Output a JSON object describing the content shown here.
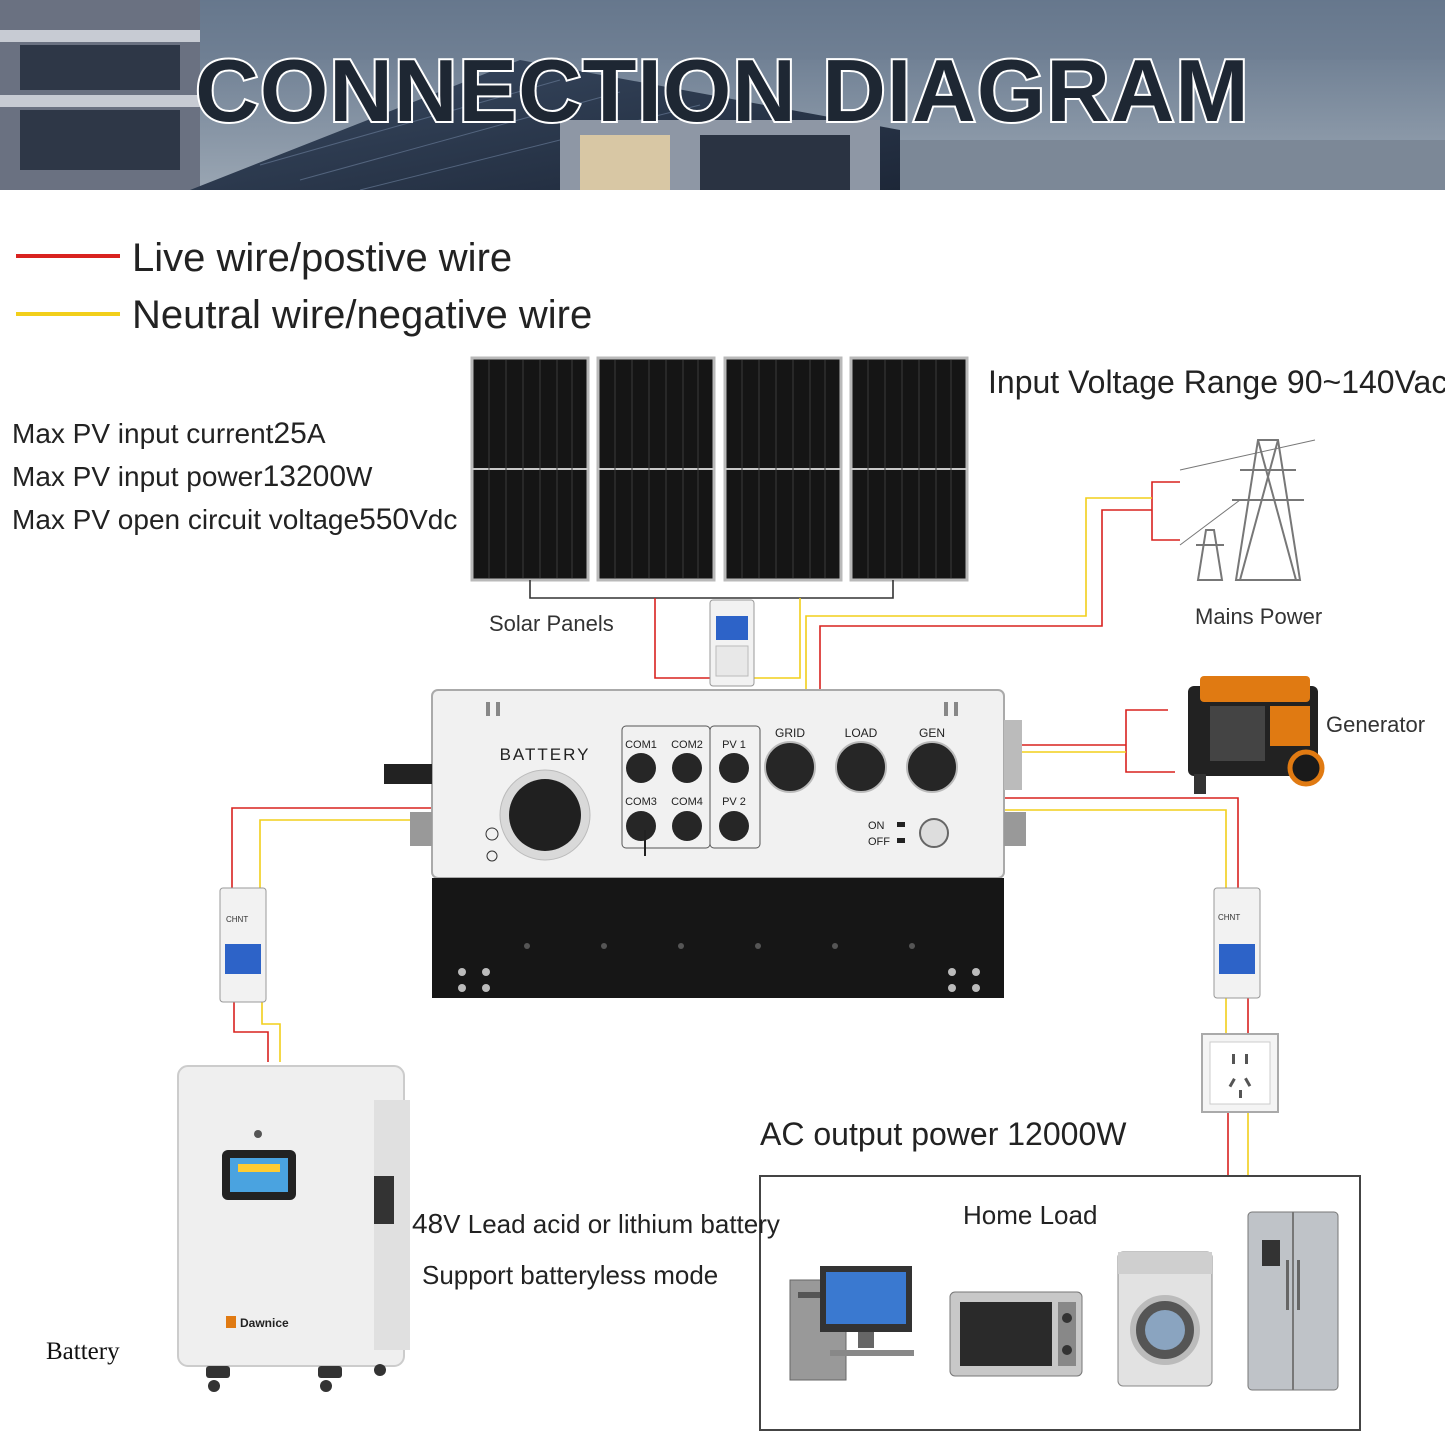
{
  "banner": {
    "title": "CONNECTION DIAGRAM"
  },
  "legend": {
    "live": {
      "label": "Live wire/postive wire",
      "color": "#d9221f"
    },
    "neutral": {
      "label": "Neutral wire/negative wire",
      "color": "#f2cf1a"
    }
  },
  "pv_specs": {
    "current_label": "Max PV input current",
    "current_value": "25",
    "current_unit": "A",
    "power_label": "Max PV input power",
    "power_value": "13200",
    "power_unit": "W",
    "voltage_label": "Max PV open circuit voltage",
    "voltage_value": "550",
    "voltage_unit": "Vdc"
  },
  "input_voltage": {
    "label": "Input Voltage Range",
    "value": "90~140",
    "unit": "Vac"
  },
  "labels": {
    "solar_panels": "Solar Panels",
    "mains_power": "Mains Power",
    "generator": "Generator",
    "battery": "Battery",
    "home_load": "Home Load"
  },
  "inverter": {
    "battery_port": "BATTERY",
    "ports": [
      "COM1",
      "COM2",
      "PV 1",
      "COM3",
      "COM4",
      "PV 2"
    ],
    "ac_ports": [
      "GRID",
      "LOAD",
      "GEN"
    ],
    "switch_on": "ON",
    "switch_off": "OFF"
  },
  "battery_info": {
    "value": "48",
    "unit": "V",
    "type": "Lead acid or lithium battery",
    "mode": "Support batteryless mode",
    "brand": "Dawnice"
  },
  "ac_output": {
    "label": "AC output power",
    "value": "12000",
    "unit": "W"
  },
  "breaker_brand": "CHNT"
}
